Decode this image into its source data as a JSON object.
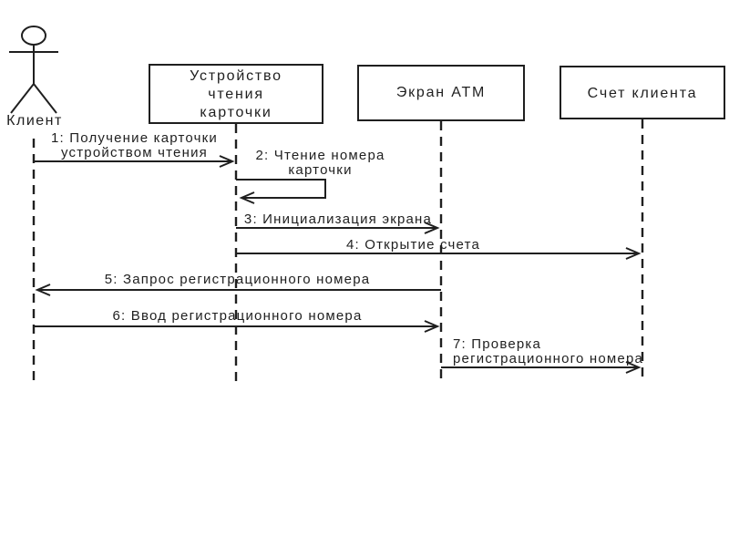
{
  "diagram": {
    "kind": "uml-sequence-diagram",
    "colors": {
      "background": "#ffffff",
      "stroke": "#1f1f1f",
      "text": "#1f1f1f"
    },
    "actor": {
      "name": "Клиент"
    },
    "objects": [
      {
        "id": "card-reader",
        "label": "Устройство\nчтения\nкарточки"
      },
      {
        "id": "atm-screen",
        "label": "Экран ATM"
      },
      {
        "id": "client-account",
        "label": "Счет клиента"
      }
    ],
    "messages": [
      {
        "num": "1",
        "label": "1: Получение карточки\nустройством чтения",
        "from": "Клиент",
        "to": "Устройство чтения карточки"
      },
      {
        "num": "2",
        "label": "2: Чтение номера\nкарточки",
        "from": "Устройство чтения карточки",
        "to": "Устройство чтения карточки",
        "self_message": true
      },
      {
        "num": "3",
        "label": "3: Инициализация экрана",
        "from": "Устройство чтения карточки",
        "to": "Экран ATM"
      },
      {
        "num": "4",
        "label": "4: Открытие счета",
        "from": "Устройство чтения карточки",
        "to": "Счет клиента"
      },
      {
        "num": "5",
        "label": "5: Запрос регистрационного номера",
        "from": "Экран ATM",
        "to": "Клиент"
      },
      {
        "num": "6",
        "label": "6: Ввод регистрационного номера",
        "from": "Клиент",
        "to": "Экран ATM"
      },
      {
        "num": "7",
        "label": "7: Проверка\nрегистрационного номера",
        "from": "Экран ATM",
        "to": "Счет клиента"
      }
    ]
  }
}
